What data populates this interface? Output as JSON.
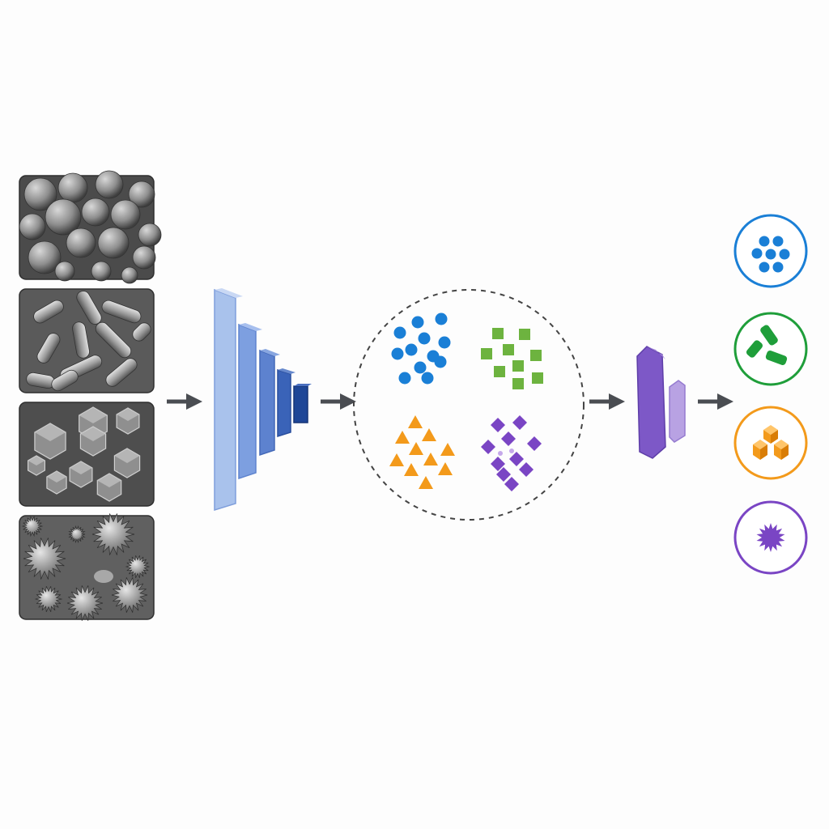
{
  "colors": {
    "background": "#fdfdfd",
    "arrow": "#4a4d52",
    "panel_border": "#3a3a3a",
    "blue": "#1a7fd6",
    "green": "#1f9e3a",
    "orange": "#f39a1b",
    "purple": "#7a45c4",
    "cluster_green": "#6db33f",
    "encoder": [
      "#a9c2ec",
      "#7d9fe0",
      "#5d82cf",
      "#3a63b8",
      "#1e4697"
    ],
    "head": [
      "#7d58c7",
      "#b8a2e3"
    ]
  },
  "input_images": [
    {
      "name": "spheres",
      "morphology": "spheres"
    },
    {
      "name": "rods",
      "morphology": "rods"
    },
    {
      "name": "polyhedra",
      "morphology": "polyhedra"
    },
    {
      "name": "spiky",
      "morphology": "spiky"
    }
  ],
  "clusters": [
    {
      "name": "blue-circles",
      "shape": "circle",
      "color": "blue"
    },
    {
      "name": "green-squares",
      "shape": "square",
      "color": "green"
    },
    {
      "name": "orange-triangles",
      "shape": "triangle",
      "color": "orange"
    },
    {
      "name": "purple-diamonds",
      "shape": "diamond",
      "color": "purple"
    }
  ],
  "outputs": [
    {
      "name": "spheres-class",
      "icon": "circles-icon",
      "color": "blue"
    },
    {
      "name": "rods-class",
      "icon": "rods-icon",
      "color": "green"
    },
    {
      "name": "cubes-class",
      "icon": "cubes-icon",
      "color": "orange"
    },
    {
      "name": "star-class",
      "icon": "star-icon",
      "color": "purple"
    }
  ]
}
